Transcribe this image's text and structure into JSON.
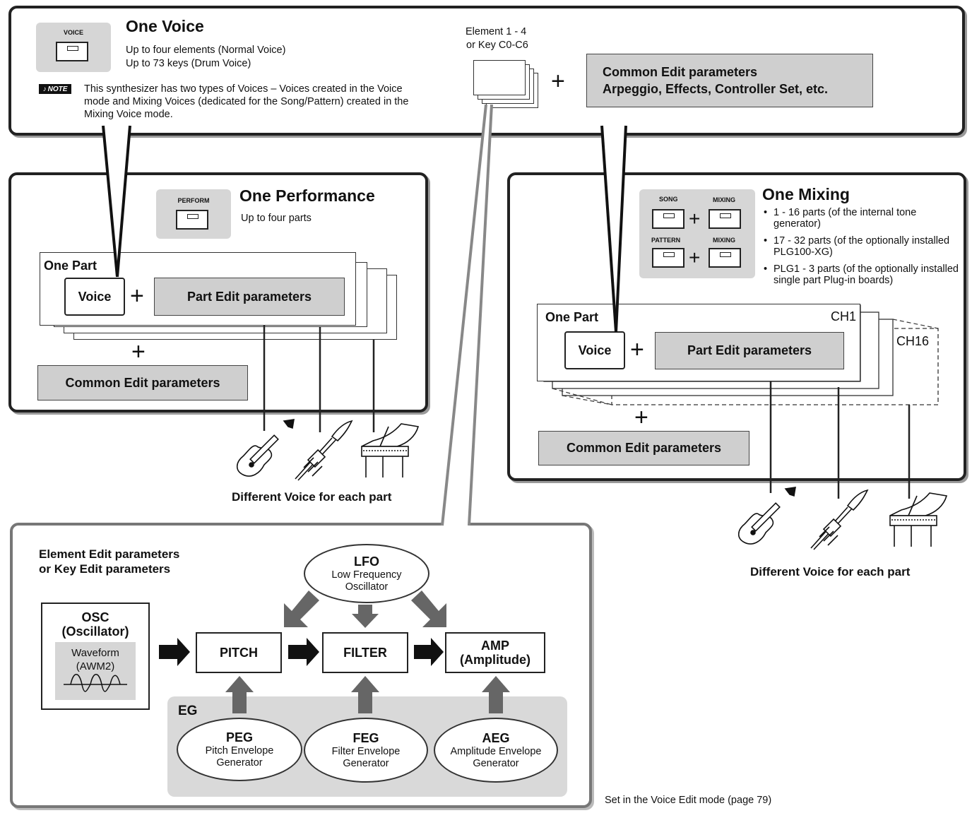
{
  "one_voice": {
    "button_label": "VOICE",
    "title": "One Voice",
    "lines": [
      "Up to four elements (Normal Voice)",
      "Up to 73 keys (Drum Voice)"
    ],
    "note_badge": "NOTE",
    "note_text": "This synthesizer has two types of Voices – Voices created in the Voice mode and Mixing Voices (dedicated for the Song/Pattern) created in the Mixing Voice mode.",
    "element_label_1": "Element 1 - 4",
    "element_label_2": "or Key C0-C6",
    "plus": "+",
    "common_line1": "Common Edit parameters",
    "common_line2": "Arpeggio, Effects, Controller Set, etc."
  },
  "one_performance": {
    "button_label": "PERFORM",
    "title": "One Performance",
    "subtitle": "Up to four parts",
    "part_label": "One Part",
    "voice": "Voice",
    "plus": "+",
    "part_edit": "Part Edit parameters",
    "common_edit": "Common Edit parameters",
    "caption": "Different Voice for each part"
  },
  "one_mixing": {
    "song_label": "SONG",
    "mixing_label": "MIXING",
    "pattern_label": "PATTERN",
    "plus": "+",
    "title": "One Mixing",
    "bullets": [
      "1 - 16 parts (of the internal tone generator)",
      "17 - 32 parts (of the optionally installed PLG100-XG)",
      "PLG1 - 3 parts (of the optionally installed single part Plug-in boards)"
    ],
    "part_label": "One Part",
    "ch1": "CH1",
    "ch16": "CH16",
    "voice": "Voice",
    "part_edit": "Part Edit parameters",
    "common_edit": "Common Edit parameters",
    "caption": "Different Voice for each part"
  },
  "element_edit": {
    "title_line1": "Element Edit parameters",
    "title_line2": "or Key Edit parameters",
    "osc_title_1": "OSC",
    "osc_title_2": "(Oscillator)",
    "waveform_1": "Waveform",
    "waveform_2": "(AWM2)",
    "pitch": "PITCH",
    "filter": "FILTER",
    "amp_1": "AMP",
    "amp_2": "(Amplitude)",
    "lfo_title": "LFO",
    "lfo_1": "Low Frequency",
    "lfo_2": "Oscillator",
    "eg": "EG",
    "peg": "PEG",
    "peg_1": "Pitch Envelope",
    "peg_2": "Generator",
    "feg": "FEG",
    "feg_1": "Filter Envelope",
    "feg_2": "Generator",
    "aeg": "AEG",
    "aeg_1": "Amplitude Envelope",
    "aeg_2": "Generator"
  },
  "footer_note": "Set in the Voice Edit mode (page 79)",
  "icons": [
    "electric-guitar-icon",
    "trumpet-icon",
    "grand-piano-icon"
  ]
}
